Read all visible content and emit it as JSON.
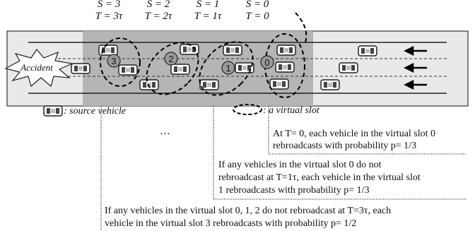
{
  "columns": [
    {
      "s": "S = 3",
      "t": "T = 3τ"
    },
    {
      "s": "S = 2",
      "t": "T = 2τ"
    },
    {
      "s": "S = 1",
      "t": "T = 1τ"
    },
    {
      "s": "S = 0",
      "t": "T = 0"
    }
  ],
  "accident_label": "Accident",
  "slot_numbers": [
    "3",
    "2",
    "1",
    "0"
  ],
  "legend": {
    "source_vehicle": ": source vehicle",
    "virtual_slot": ": a virtual slot"
  },
  "ellipsis": "…",
  "captions": {
    "c0_l1": "At T= 0, each vehicle in the virtual slot 0",
    "c0_l2": "rebroadcasts with probability p= 1/3",
    "c1_l1": "If any vehicles in the virtual slot 0 do not",
    "c1_l2": "rebroadcast at T=1τ, each vehicle in the virtual slot",
    "c1_l3": "1 rebroadcasts with probability p= 1/3",
    "c2_l1": "If any vehicles in the virtual slot 0, 1, 2 do not rebroadcast at T=3τ, each",
    "c2_l2": "vehicle in the virtual slot 3 rebroadcasts with probability p= 1/2"
  }
}
